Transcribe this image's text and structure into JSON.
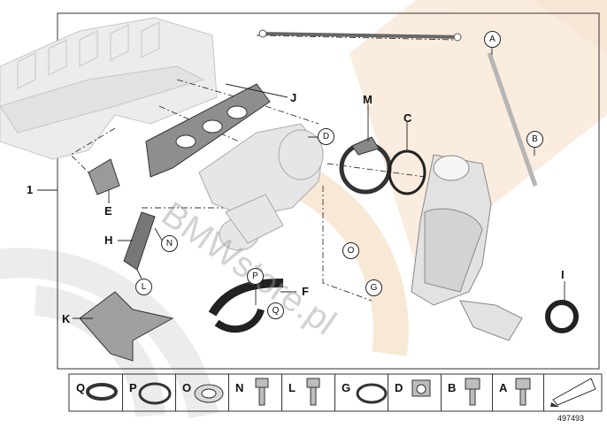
{
  "diagram": {
    "main_label": "1",
    "watermark": "BMWstore.pl",
    "doc_number": "497493",
    "callouts": [
      "J",
      "M",
      "C",
      "A",
      "B",
      "E",
      "H",
      "F",
      "K",
      "I"
    ],
    "circled_callouts": [
      "A",
      "B",
      "D",
      "N",
      "L",
      "O",
      "G",
      "P",
      "Q"
    ],
    "legend": [
      "Q",
      "P",
      "O",
      "N",
      "L",
      "G",
      "D",
      "B",
      "A"
    ]
  }
}
